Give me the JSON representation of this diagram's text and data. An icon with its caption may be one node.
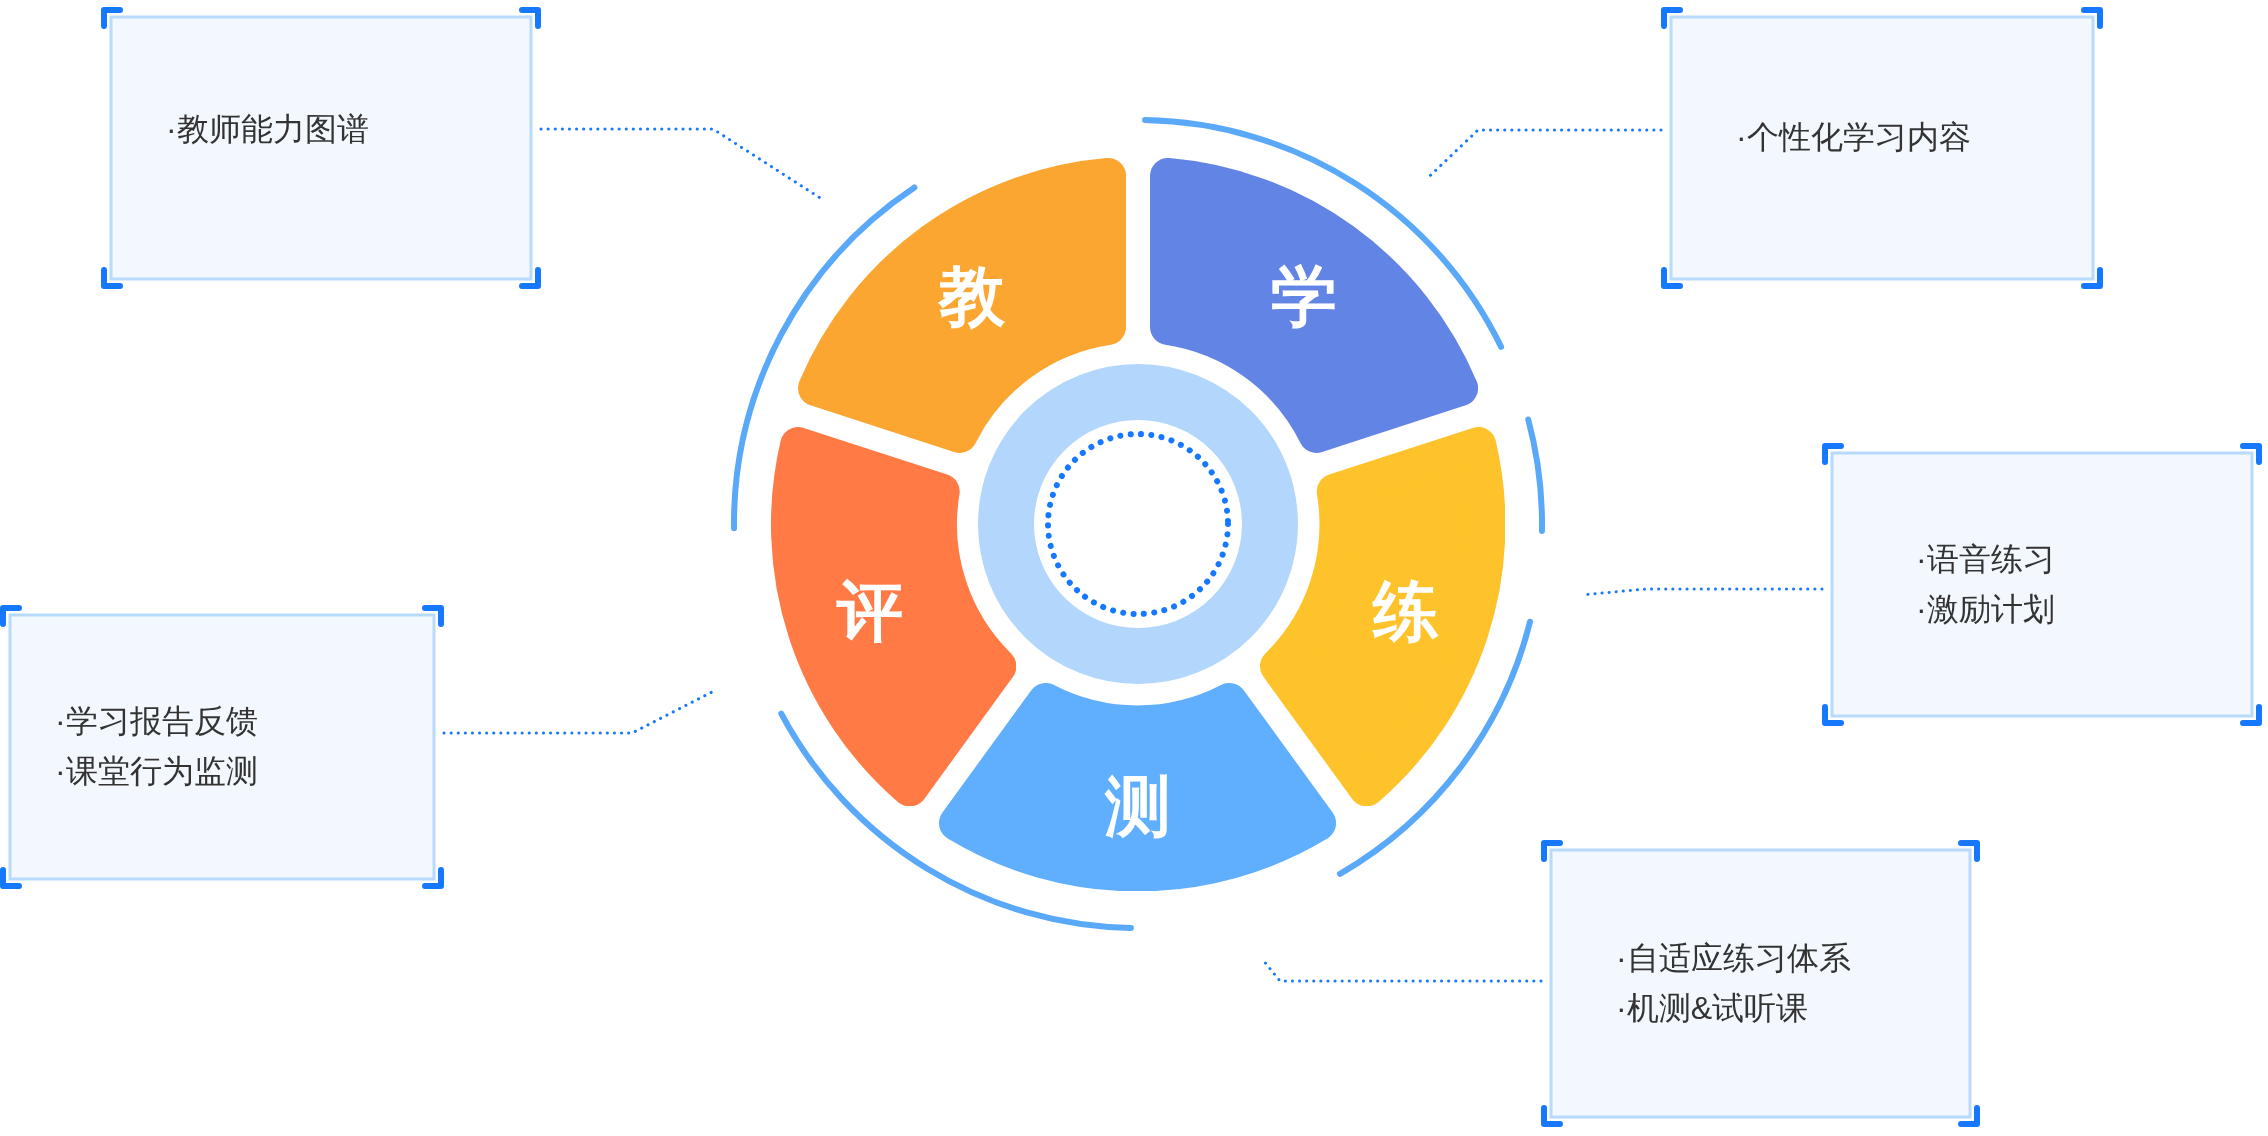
{
  "diagram": {
    "nodes": [
      {
        "text": [
          "教"
        ]
      },
      {
        "text": [
          "学"
        ]
      },
      {
        "text": [
          "练"
        ]
      },
      {
        "text": [
          "测"
        ]
      },
      {
        "text": [
          "评"
        ]
      },
      {
        "text": [
          "·教师能力图谱"
        ]
      },
      {
        "text": [
          "·个性化学习内容"
        ]
      },
      {
        "text": [
          "·语音练习",
          "·激励计划"
        ]
      },
      {
        "text": [
          "·学习报告反馈",
          "·课堂行为监测"
        ]
      },
      {
        "text": [
          "·自适应练习体系",
          "·机测&试听课"
        ]
      }
    ],
    "edges": [
      {
        "from": 5,
        "to": 0,
        "arrow": "none",
        "style": "dashed"
      },
      {
        "from": 6,
        "to": 1,
        "arrow": "none",
        "style": "dashed"
      },
      {
        "from": 7,
        "to": 2,
        "arrow": "none",
        "style": "dashed"
      },
      {
        "from": 8,
        "to": 4,
        "arrow": "none",
        "style": "dashed"
      },
      {
        "from": 9,
        "to": 3,
        "arrow": "none",
        "style": "dashed"
      }
    ]
  }
}
